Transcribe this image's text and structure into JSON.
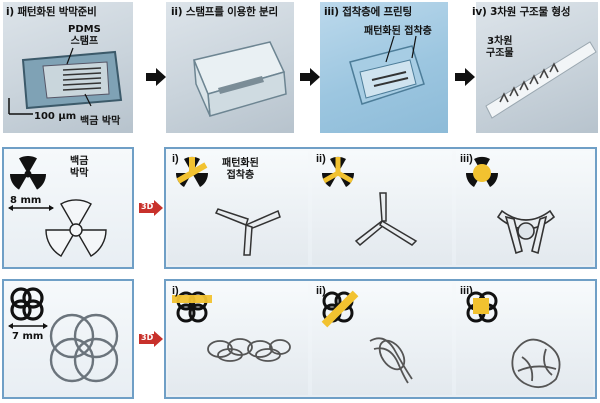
{
  "top": {
    "steps": [
      {
        "label": "i) 패턴화된 박막준비"
      },
      {
        "label": "ii) 스탬프를 이용한 분리"
      },
      {
        "label": "iii) 접착층에 프린팅"
      },
      {
        "label": "iv) 3차원 구조물 형성"
      }
    ],
    "pdms_label_1": "PDMS",
    "pdms_label_2": "스탬프",
    "scale": "100 μm",
    "pt_film": "백금 박막",
    "adhesive": "패턴화된 접착층",
    "structure_1": "3차원",
    "structure_2": "구조물"
  },
  "row2": {
    "pt_label_1": "백금",
    "pt_label_2": "박막",
    "scale": "8 mm",
    "badge": "3D",
    "cells": [
      {
        "tag": "i)",
        "adh_1": "패턴화된",
        "adh_2": "접착층"
      },
      {
        "tag": "ii)"
      },
      {
        "tag": "iii)"
      }
    ]
  },
  "row3": {
    "scale": "7 mm",
    "badge": "3D",
    "cells": [
      {
        "tag": "i)"
      },
      {
        "tag": "ii)"
      },
      {
        "tag": "iii)"
      }
    ]
  },
  "colors": {
    "panel_border": "#6f9fc6",
    "adhesive": "#f2c230",
    "badge": "#c8312b"
  }
}
